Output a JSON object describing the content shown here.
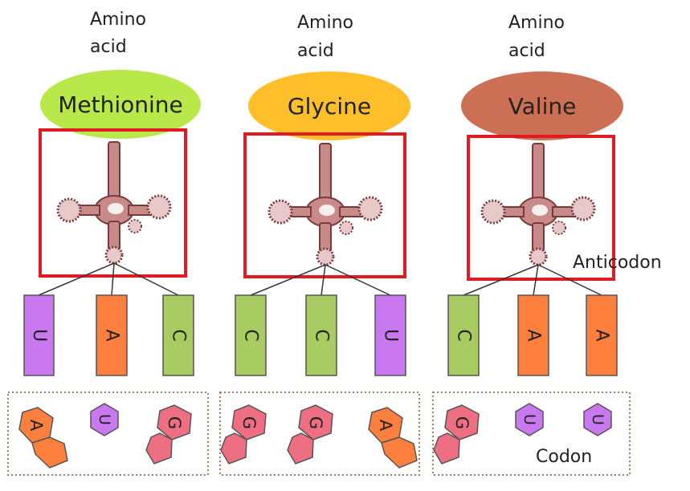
{
  "amino_label": {
    "line1": "Amino",
    "line2": "acid"
  },
  "anticodon_label": "Anticodon",
  "codon_label": "Codon",
  "colors": {
    "methionine": "#b8e84a",
    "glycine": "#ffbf2a",
    "valine": "#cc7055",
    "U": "#c978ef",
    "A": "#ff7f3e",
    "C": "#a8cc62",
    "G": "#ef6f82",
    "box": "#e01b24"
  },
  "groups": [
    {
      "amino_acid": "Methionine",
      "anticodon": [
        "U",
        "A",
        "C"
      ],
      "codon": [
        "A",
        "U",
        "G"
      ]
    },
    {
      "amino_acid": "Glycine",
      "anticodon": [
        "C",
        "C",
        "U"
      ],
      "codon": [
        "G",
        "G",
        "A"
      ]
    },
    {
      "amino_acid": "Valine",
      "anticodon": [
        "C",
        "A",
        "A"
      ],
      "codon": [
        "G",
        "U",
        "U"
      ]
    }
  ]
}
